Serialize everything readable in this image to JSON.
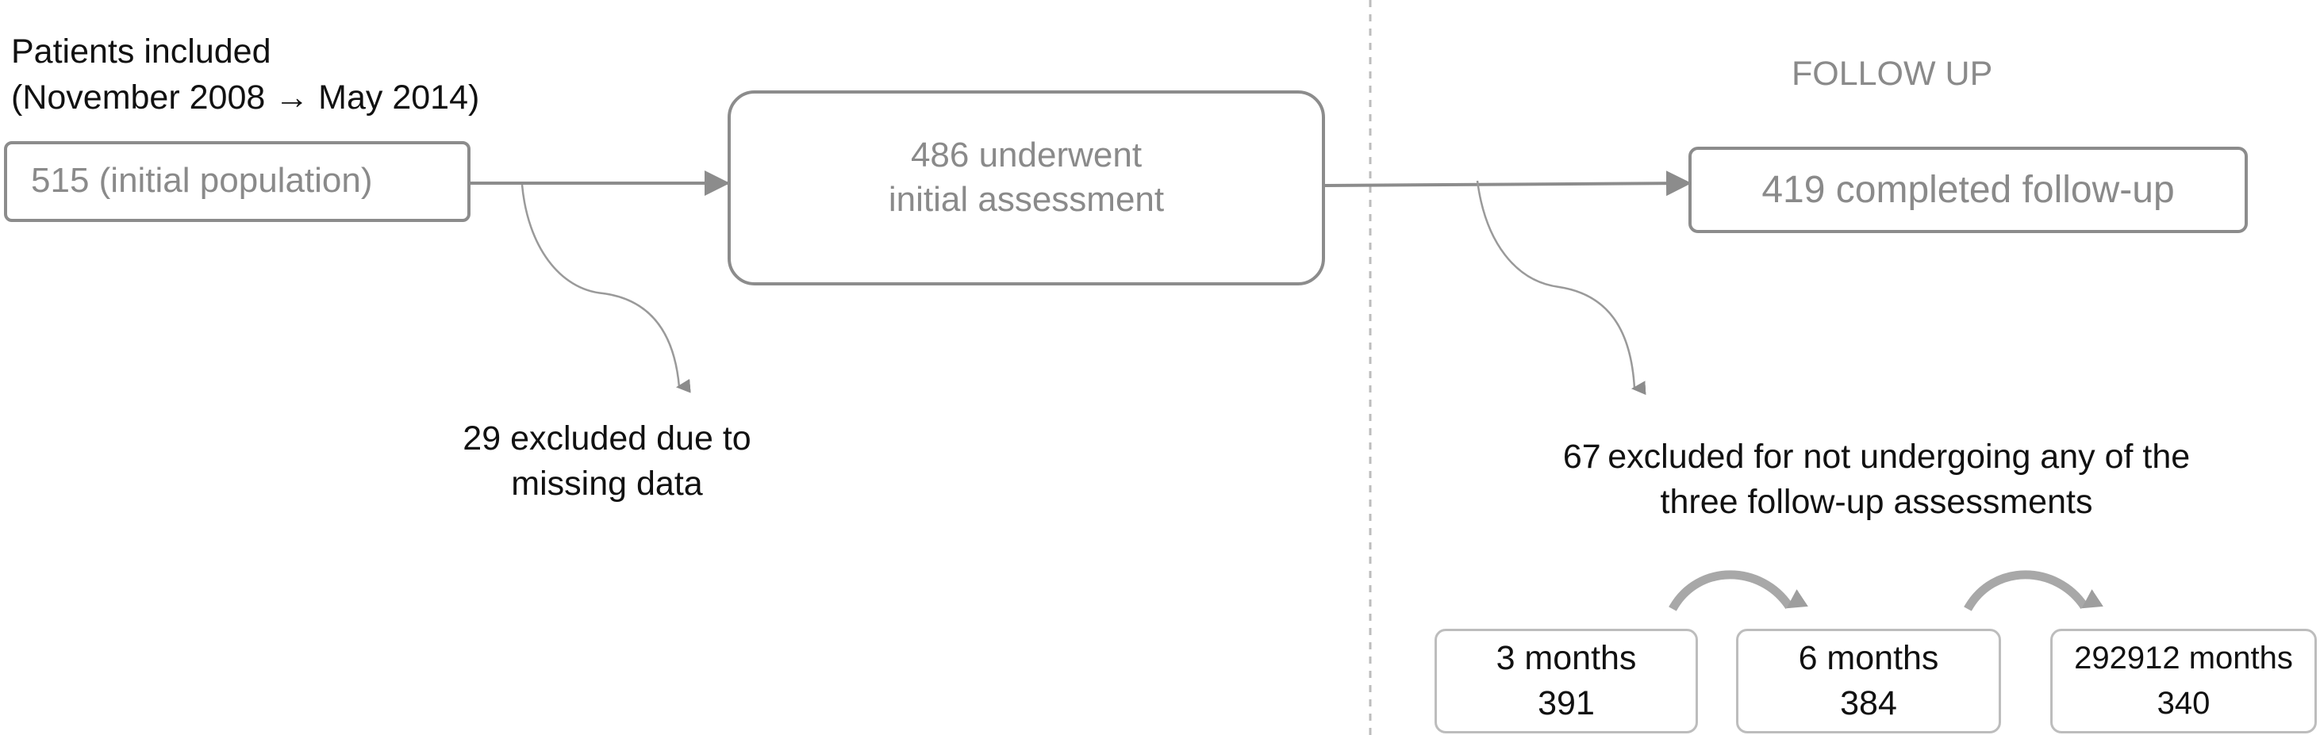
{
  "header": {
    "patients_line1": "Patients included",
    "patients_line2": "(November 2008 → May 2014)",
    "follow_up": "FOLLOW UP"
  },
  "flow": {
    "initial": "515 (initial population)",
    "assessed_line1": "486 underwent",
    "assessed_line2": "initial assessment",
    "completed": "419 completed follow-up",
    "excluded_missing_line1": "29 excluded due to",
    "excluded_missing_line2": "missing data",
    "excluded_follow_line1": "67 excluded for not undergoing any of the",
    "excluded_follow_line2": "three follow-up assessments"
  },
  "timepoints": [
    {
      "label": "3 months",
      "count": "391"
    },
    {
      "label": "6 months",
      "count": "384"
    },
    {
      "label": "292912 months",
      "count": "340"
    }
  ],
  "colors": {
    "box_border": "#8c8c8c",
    "arrow": "#8c8c8c",
    "curve": "#a0a0a0",
    "divider": "#bdbdbd",
    "grey_text": "#8a8a8a"
  }
}
